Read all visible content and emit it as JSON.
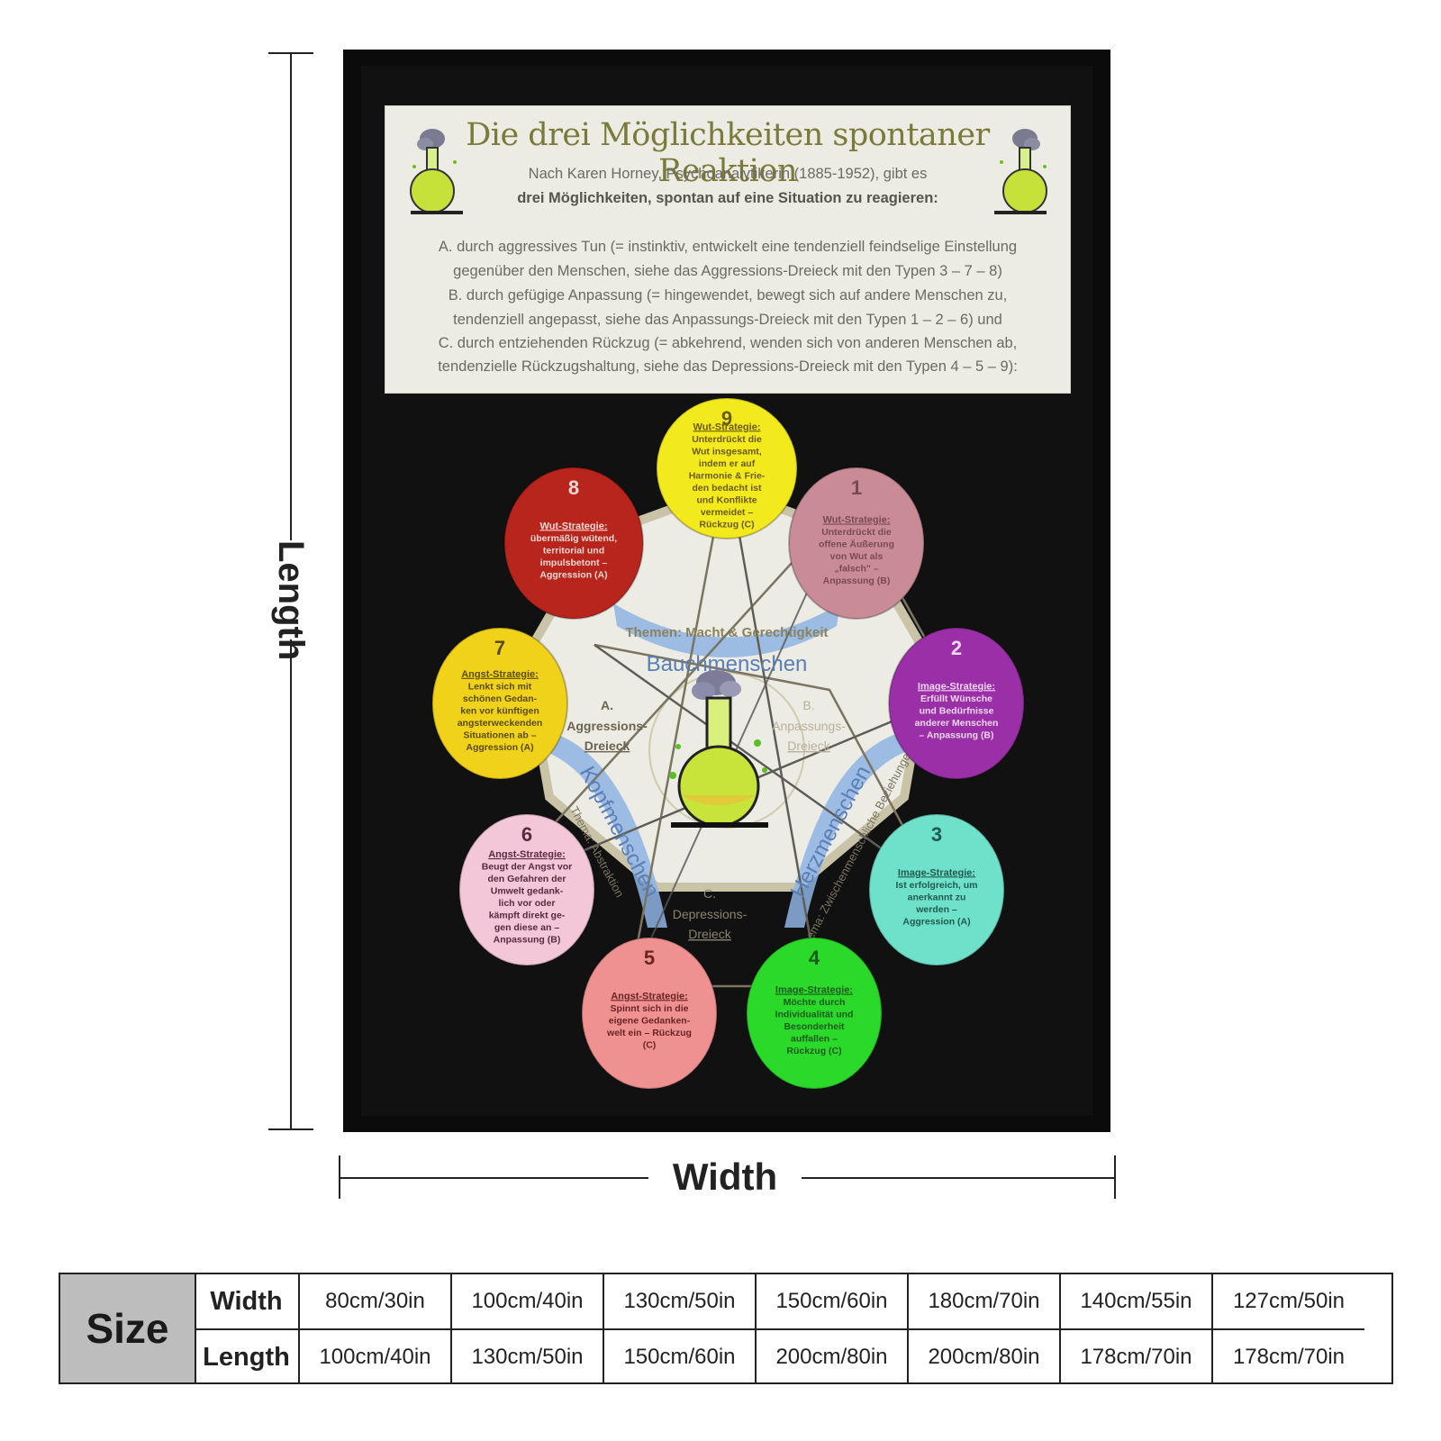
{
  "dimensions": {
    "length_label": "Length",
    "width_label": "Width"
  },
  "poster": {
    "title": "Die drei Möglichkeiten spontaner Reaktion",
    "intro_1": "Nach Karen Horney, Psychoanalytikerin (1885-1952), gibt es",
    "intro_2": "drei Möglichkeiten, spontan auf eine Situation zu reagieren:",
    "lines": [
      "A. durch aggressives Tun (= instinktiv, entwickelt eine tendenziell feindselige Einstellung",
      "gegenüber den Menschen, siehe das Aggressions-Dreieck mit den Typen 3 – 7 –  8)",
      "B. durch gefügige Anpassung (= hingewendet, bewegt sich auf andere Menschen zu,",
      "tendenziell angepasst, siehe das Anpassungs-Dreieck mit den Typen 1 – 2 – 6) und",
      "C. durch entziehenden Rückzug (= abkehrend, wenden sich von anderen Menschen ab,",
      "tendenzielle Rückzugshaltung, siehe das Depressions-Dreieck mit den Typen 4 – 5 – 9):"
    ],
    "center": {
      "themen_top": "Themen: Macht & Gerechtigkeit",
      "bauch": "Bauchmenschen",
      "kopf": "Kopfmenschen",
      "herz": "Herzmenschen",
      "thema_left": "Thema: Abstraktion",
      "thema_right": "Thema: Zwischenmenschliche Beziehungen",
      "tri_a_letter": "A.",
      "tri_a": [
        "Aggressions-",
        "Dreieck"
      ],
      "tri_b_letter": "B.",
      "tri_b": [
        "Anpassungs-",
        "Dreieck"
      ],
      "tri_c_letter": "C.",
      "tri_c": [
        "Depressions-",
        "Dreieck"
      ]
    },
    "types": [
      {
        "num": "9",
        "color": "#f2ea1c",
        "text_color": "#6b5a10",
        "heading": "Wut-Strategie:",
        "lines": [
          "Unterdrückt die",
          "Wut insgesamt,",
          "indem er auf",
          "Harmonie & Frie-",
          "den bedacht ist",
          "und Konflikte",
          "vermeidet –",
          "Rückzug (C)"
        ]
      },
      {
        "num": "1",
        "color": "#c98c96",
        "text_color": "#7a4a52",
        "heading": "Wut-Strategie:",
        "lines": [
          "Unterdrückt die",
          "offene Äußerung",
          "von Wut als",
          "„falsch\" –",
          "Anpassung (B)"
        ]
      },
      {
        "num": "2",
        "color": "#9b2fa8",
        "text_color": "#f1d8f4",
        "heading": "Image-Strategie:",
        "lines": [
          "Erfüllt Wünsche",
          "und Bedürfnisse",
          "anderer Menschen",
          "– Anpassung (B)"
        ]
      },
      {
        "num": "3",
        "color": "#6fe0c9",
        "text_color": "#1f5a50",
        "heading": "Image-Strategie:",
        "lines": [
          "Ist erfolgreich, um",
          "anerkannt zu",
          "werden –",
          "Aggression (A)"
        ]
      },
      {
        "num": "4",
        "color": "#2bd92b",
        "text_color": "#1a5a1a",
        "heading": "Image-Strategie:",
        "lines": [
          "Möchte durch",
          "Individualität und",
          "Besonderheit",
          "auffallen –",
          "Rückzug (C)"
        ]
      },
      {
        "num": "5",
        "color": "#f09191",
        "text_color": "#6a2424",
        "heading": "Angst-Strategie:",
        "lines": [
          "Spinnt sich in die",
          "eigene Gedanken-",
          "welt ein – Rückzug",
          "(C)"
        ]
      },
      {
        "num": "6",
        "color": "#f3c6d8",
        "text_color": "#5a2a3e",
        "heading": "Angst-Strategie:",
        "lines": [
          "Beugt der Angst vor",
          "den Gefahren der",
          "Umwelt gedank-",
          "lich vor oder",
          "kämpft direkt ge-",
          "gen diese an –",
          "Anpassung (B)"
        ]
      },
      {
        "num": "7",
        "color": "#f0d21a",
        "text_color": "#5a4a08",
        "heading": "Angst-Strategie:",
        "lines": [
          "Lenkt sich mit",
          "schönen Gedan-",
          "ken vor künftigen",
          "angsterweckenden",
          "Situationen ab –",
          "Aggression (A)"
        ]
      },
      {
        "num": "8",
        "color": "#b8251c",
        "text_color": "#f6d8d4",
        "heading": "Wut-Strategie:",
        "lines": [
          "übermäßig wütend,",
          "territorial und",
          "impulsbetont –",
          "Aggression (A)"
        ]
      }
    ]
  },
  "size_table": {
    "header": "Size",
    "row_labels": [
      "Width",
      "Length"
    ],
    "widths": [
      "80cm/30in",
      "100cm/40in",
      "130cm/50in",
      "150cm/60in",
      "180cm/70in",
      "140cm/55in",
      "127cm/50in"
    ],
    "lengths": [
      "100cm/40in",
      "130cm/50in",
      "150cm/60in",
      "200cm/80in",
      "200cm/80in",
      "178cm/70in",
      "178cm/70in"
    ]
  }
}
